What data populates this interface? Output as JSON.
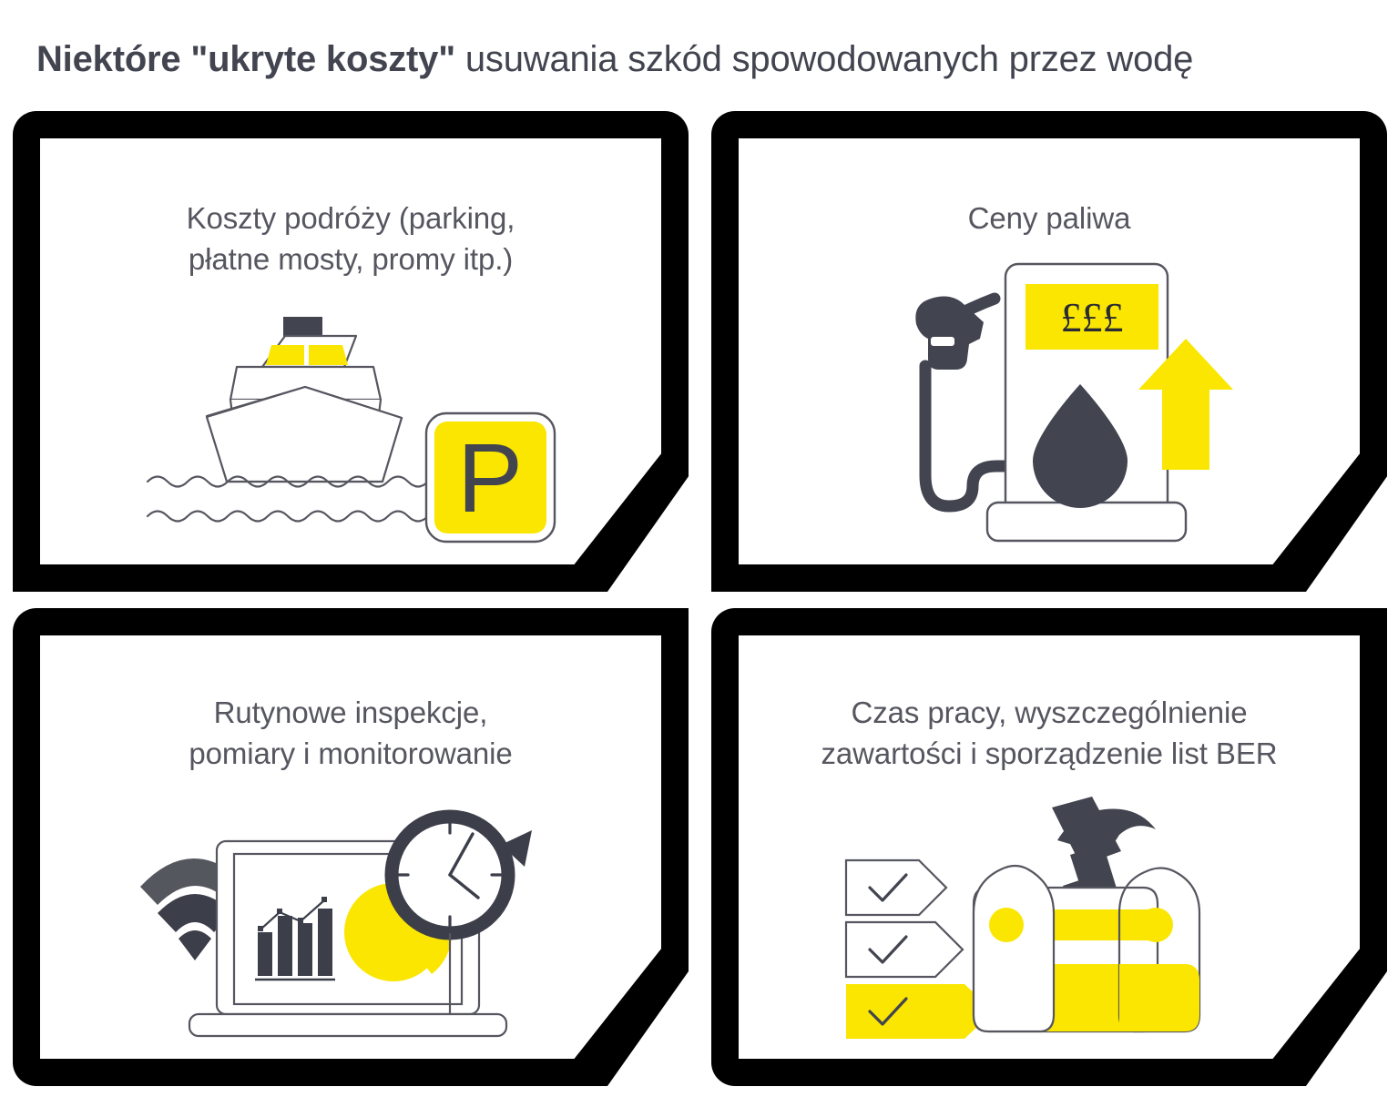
{
  "header": {
    "title_strong": "Niektóre \"ukryte koszty\"",
    "title_light": " usuwania szkód spowodowanych przez wodę"
  },
  "colors": {
    "yellow": "#FAE600",
    "dark": "#424450",
    "outline": "#55565f",
    "frame": "#000000",
    "background": "#ffffff"
  },
  "panels": [
    {
      "id": "travel-costs",
      "caption_line1": "Koszty podróży (parking,",
      "caption_line2": "płatne mosty, promy itp.)",
      "illustration": "ship-parking-icon",
      "sign_letter": "P"
    },
    {
      "id": "fuel-prices",
      "caption_line1": "Ceny paliwa",
      "caption_line2": "",
      "illustration": "fuel-pump-icon",
      "display_value": "£££"
    },
    {
      "id": "routine-inspections",
      "caption_line1": "Rutynowe inspekcje,",
      "caption_line2": "pomiary i monitorowanie",
      "illustration": "laptop-analytics-clock-icon"
    },
    {
      "id": "labour-time",
      "caption_line1": "Czas pracy, wyszczególnienie",
      "caption_line2": "zawartości i sporządzenie list BER",
      "illustration": "toolbox-checklist-icon"
    }
  ]
}
